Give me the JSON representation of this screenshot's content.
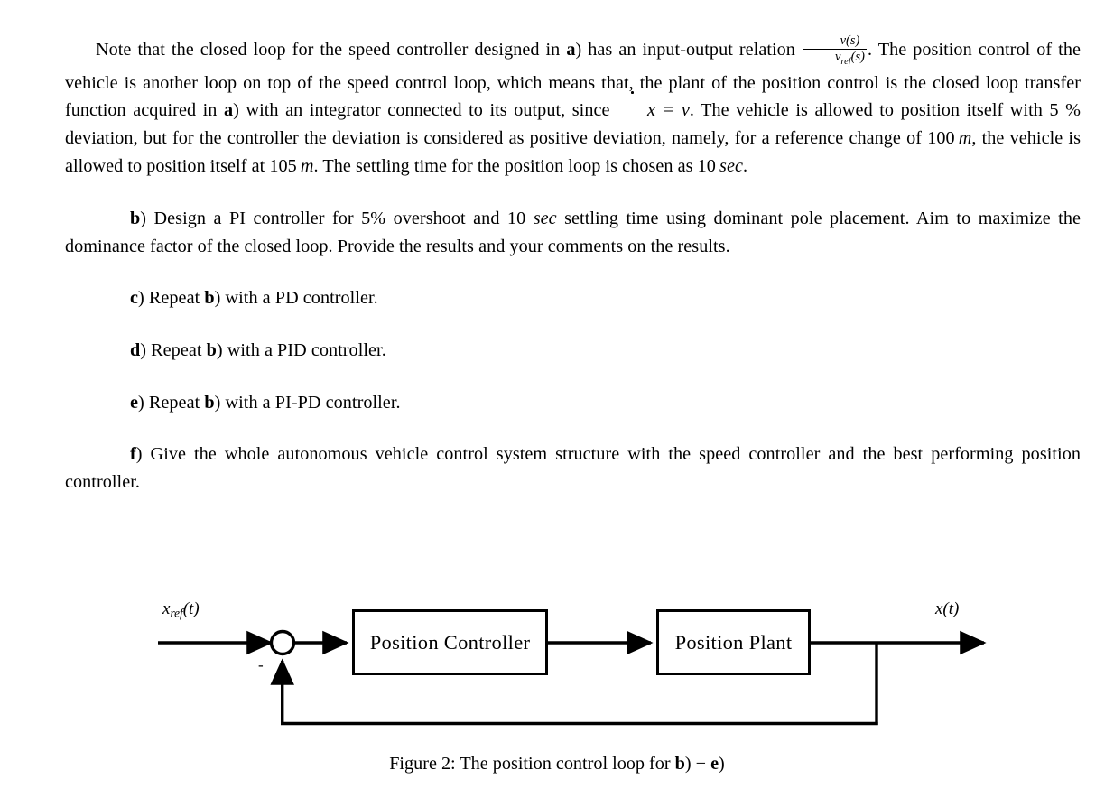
{
  "document": {
    "paragraphs": [
      {
        "id": "note",
        "segments": [
          {
            "type": "text",
            "value": "Note that the closed loop for the speed controller designed in "
          },
          {
            "type": "bold",
            "value": "a"
          },
          {
            "type": "text",
            "value": ") has an input-output relation "
          },
          {
            "type": "fraction",
            "numerator": "v(s)",
            "denominator": "v_ref(s)"
          },
          {
            "type": "text",
            "value": ". The position control of the vehicle is another loop on top of the speed control loop, which means that, the plant of the position control is the closed loop transfer function acquired in "
          },
          {
            "type": "bold",
            "value": "a"
          },
          {
            "type": "text",
            "value": ") with an integrator connected to its output, since "
          },
          {
            "type": "math",
            "value": "ẋ = v"
          },
          {
            "type": "text",
            "value": ". The vehicle is allowed to position itself with 5 % deviation, but for the controller the deviation is considered as positive deviation, namely, for a reference change of 100 m, the vehicle is allowed to position itself at 105 m. The settling time for the position loop is chosen as 10 sec."
          }
        ],
        "plain": "Note that the closed loop for the speed controller designed in a) has an input-output relation v(s)/v_ref(s). The position control of the vehicle is another loop on top of the speed control loop, which means that, the plant of the position control is the closed loop transfer function acquired in a) with an integrator connected to its output, since ẋ = v. The vehicle is allowed to position itself with 5 % deviation, but for the controller the deviation is considered as positive deviation, namely, for a reference change of 100 m, the vehicle is allowed to position itself at 105 m. The settling time for the position loop is chosen as 10 sec."
      }
    ],
    "item_b": {
      "label": "b",
      "text_before_sec": ") Design a PI controller for 5% overshoot and 10 ",
      "sec": "sec",
      "text_after_sec": " settling time using dominant pole placement. Aim to maximize the dominance factor of the closed loop. Provide the results and your comments on the results."
    },
    "items": [
      {
        "label": "c",
        "prefix": ") Repeat ",
        "ref": "b",
        "suffix": ") with a PD controller."
      },
      {
        "label": "d",
        "prefix": ") Repeat ",
        "ref": "b",
        "suffix": ") with a PID controller."
      },
      {
        "label": "e",
        "prefix": ") Repeat ",
        "ref": "b",
        "suffix": ") with a PI-PD controller."
      }
    ],
    "item_f": {
      "label": "f",
      "text": ") Give the whole autonomous vehicle control system structure with the speed controller and the best performing position controller."
    },
    "fragments": {
      "num_vs": "v(s)",
      "den_vref_main": "v",
      "den_vref_sub": "ref",
      "den_vref_tail": "(s)",
      "xdot": "x",
      "eq_v": " = v",
      "percent_5": "5 %",
      "ref_100m": "100 m",
      "pos_105m": "105 m",
      "settling_10sec": "10 sec"
    }
  },
  "figure": {
    "blocks": [
      {
        "id": "position-controller",
        "label": "Position Controller"
      },
      {
        "id": "position-plant",
        "label": "Position Plant"
      }
    ],
    "input_label": {
      "base": "x",
      "sub": "ref",
      "tail": "(t)"
    },
    "output_label": "x(t)",
    "summing_junction": {
      "sign": "-",
      "type": "circle"
    },
    "caption": {
      "prefix": "Figure 2: The position control loop for ",
      "ref_start": "b",
      "mid": ") − ",
      "ref_end": "e",
      "suffix": ")"
    }
  },
  "colors": {
    "ink": "#000000",
    "page": "#ffffff"
  }
}
